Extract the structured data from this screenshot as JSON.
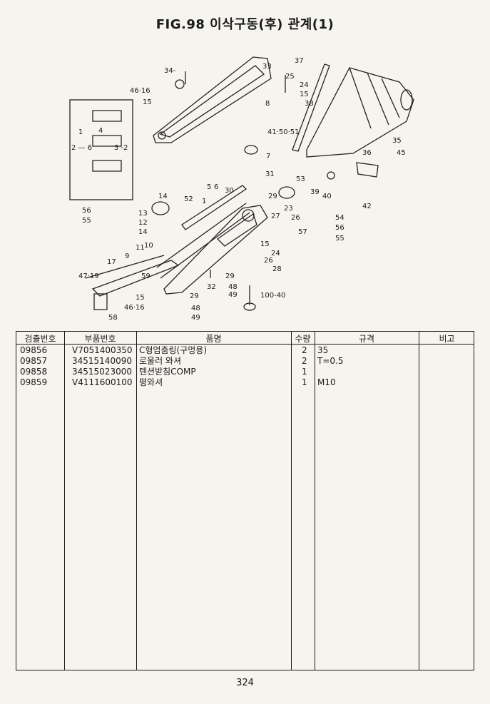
{
  "title": "FIG.98 이삭구동(후) 관계(1)",
  "diagram": {
    "callouts": [
      "1",
      "2",
      "3",
      "4",
      "5",
      "6",
      "7",
      "8",
      "9",
      "10",
      "11",
      "12",
      "13",
      "14",
      "14",
      "15",
      "15",
      "15",
      "16",
      "17",
      "2-6",
      "23",
      "24",
      "24",
      "25",
      "26",
      "26",
      "27",
      "28",
      "29",
      "29",
      "29",
      "30",
      "31",
      "32",
      "33",
      "34",
      "35",
      "36",
      "37",
      "38",
      "39",
      "40",
      "41-50-51",
      "42",
      "45",
      "46-16",
      "46-16",
      "47-19",
      "48",
      "48",
      "49",
      "49",
      "52",
      "53",
      "54",
      "55",
      "55",
      "56",
      "56",
      "57",
      "58",
      "59",
      "100-40"
    ]
  },
  "table": {
    "headers": [
      "검출번호",
      "부품번호",
      "품명",
      "수량",
      "규격",
      "비고"
    ],
    "rows": [
      {
        "no": "09856",
        "part": "V7051400350",
        "name": "C형엄춤링(구멍용)",
        "qty": "2",
        "spec": "35",
        "note": ""
      },
      {
        "no": "09857",
        "part": "34515140090",
        "name": "로울러 와셔",
        "qty": "2",
        "spec": "T=0.5",
        "note": ""
      },
      {
        "no": "09858",
        "part": "34515023000",
        "name": "텐션받침COMP",
        "qty": "1",
        "spec": "",
        "note": ""
      },
      {
        "no": "09859",
        "part": "V4111600100",
        "name": "평와셔",
        "qty": "1",
        "spec": "M10",
        "note": ""
      }
    ]
  },
  "page_number": "324"
}
